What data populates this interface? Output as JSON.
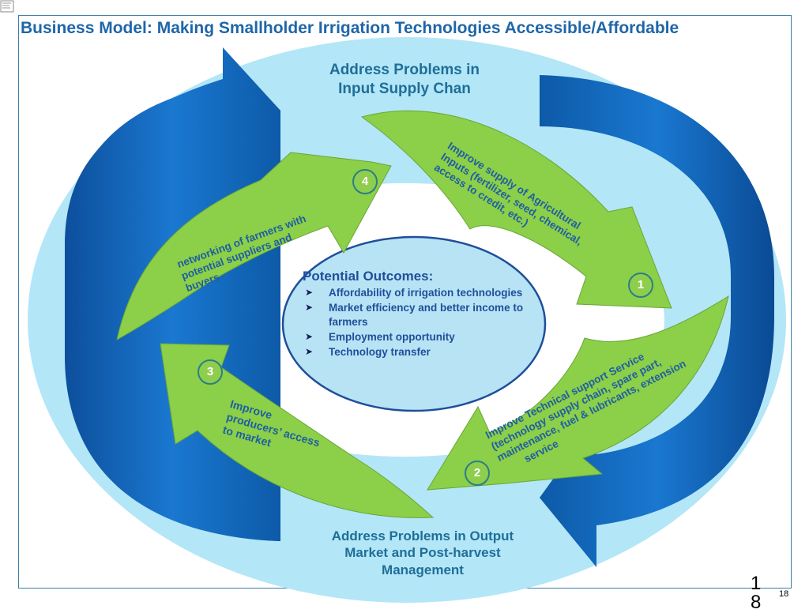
{
  "title": "Business Model: Making Smallholder Irrigation Technologies Accessible/Affordable",
  "top_header": [
    "Address Problems in",
    "Input Supply Chan"
  ],
  "bottom_header": [
    "Address Problems in Output",
    "Market and Post-harvest",
    "Management"
  ],
  "outcomes": {
    "title": "Potential Outcomes:",
    "items": [
      "Affordability of irrigation technologies",
      "Market efficiency and better income to farmers",
      "Employment opportunity",
      "Technology transfer"
    ]
  },
  "arrows": {
    "a1": {
      "number": "1",
      "lines": [
        "Improve supply of Agricultural",
        "Inputs (fertilizer, seed, chemical,",
        "access to credit, etc.)"
      ]
    },
    "a2": {
      "number": "2",
      "lines": [
        "Improve Technical support Service",
        "(technology supply chain, spare part,",
        "maintenance,  fuel & lubricants, extension",
        "service"
      ]
    },
    "a3": {
      "number": "3",
      "lines": [
        "Improve",
        "producers’ access",
        "to market"
      ]
    },
    "a4": {
      "number": "4",
      "lines": [
        "networking of farmers with",
        "potential suppliers and",
        "buyers"
      ]
    }
  },
  "page_number": "18",
  "page_number_big": "18",
  "colors": {
    "title": "#1f66a8",
    "ring": "#b3e6f7",
    "blue_arrow": "#1565c0",
    "green_arrow": "#8ccf49",
    "outcome_fill": "#b8e3f5"
  }
}
